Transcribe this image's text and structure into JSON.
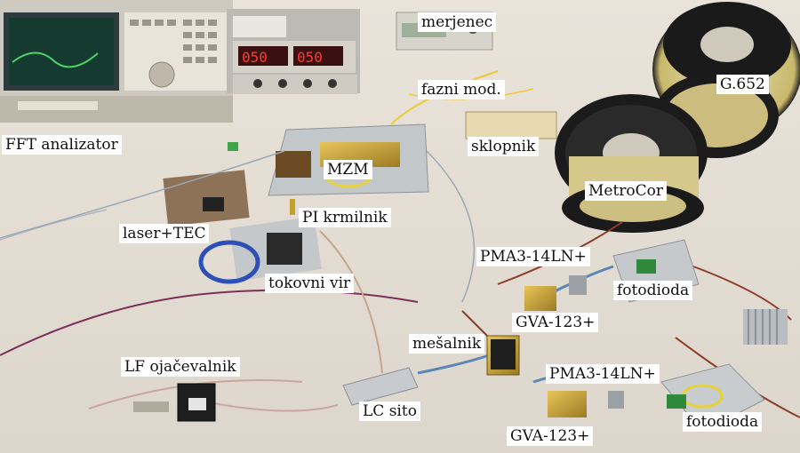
{
  "labels": {
    "fft_analyzer": "FFT analizator",
    "meter": "merjenec",
    "phase_mod": "fazni mod.",
    "spool_g652": "G.652",
    "mzm": "MZM",
    "coupler": "sklopnik",
    "metrocor": "MetroCor",
    "pi_controller": "PI krmilnik",
    "laser_tec": "laser+TEC",
    "current_source": "tokovni vir",
    "pma_top": "PMA3-14LN+",
    "photodiode_top": "fotodioda",
    "gva_top": "GVA-123+",
    "mixer": "mešalnik",
    "lf_amplifier": "LF ojačevalnik",
    "pma_bottom": "PMA3-14LN+",
    "lc_filter": "LC sito",
    "photodiode_bottom": "fotodioda",
    "gva_bottom": "GVA-123+"
  }
}
